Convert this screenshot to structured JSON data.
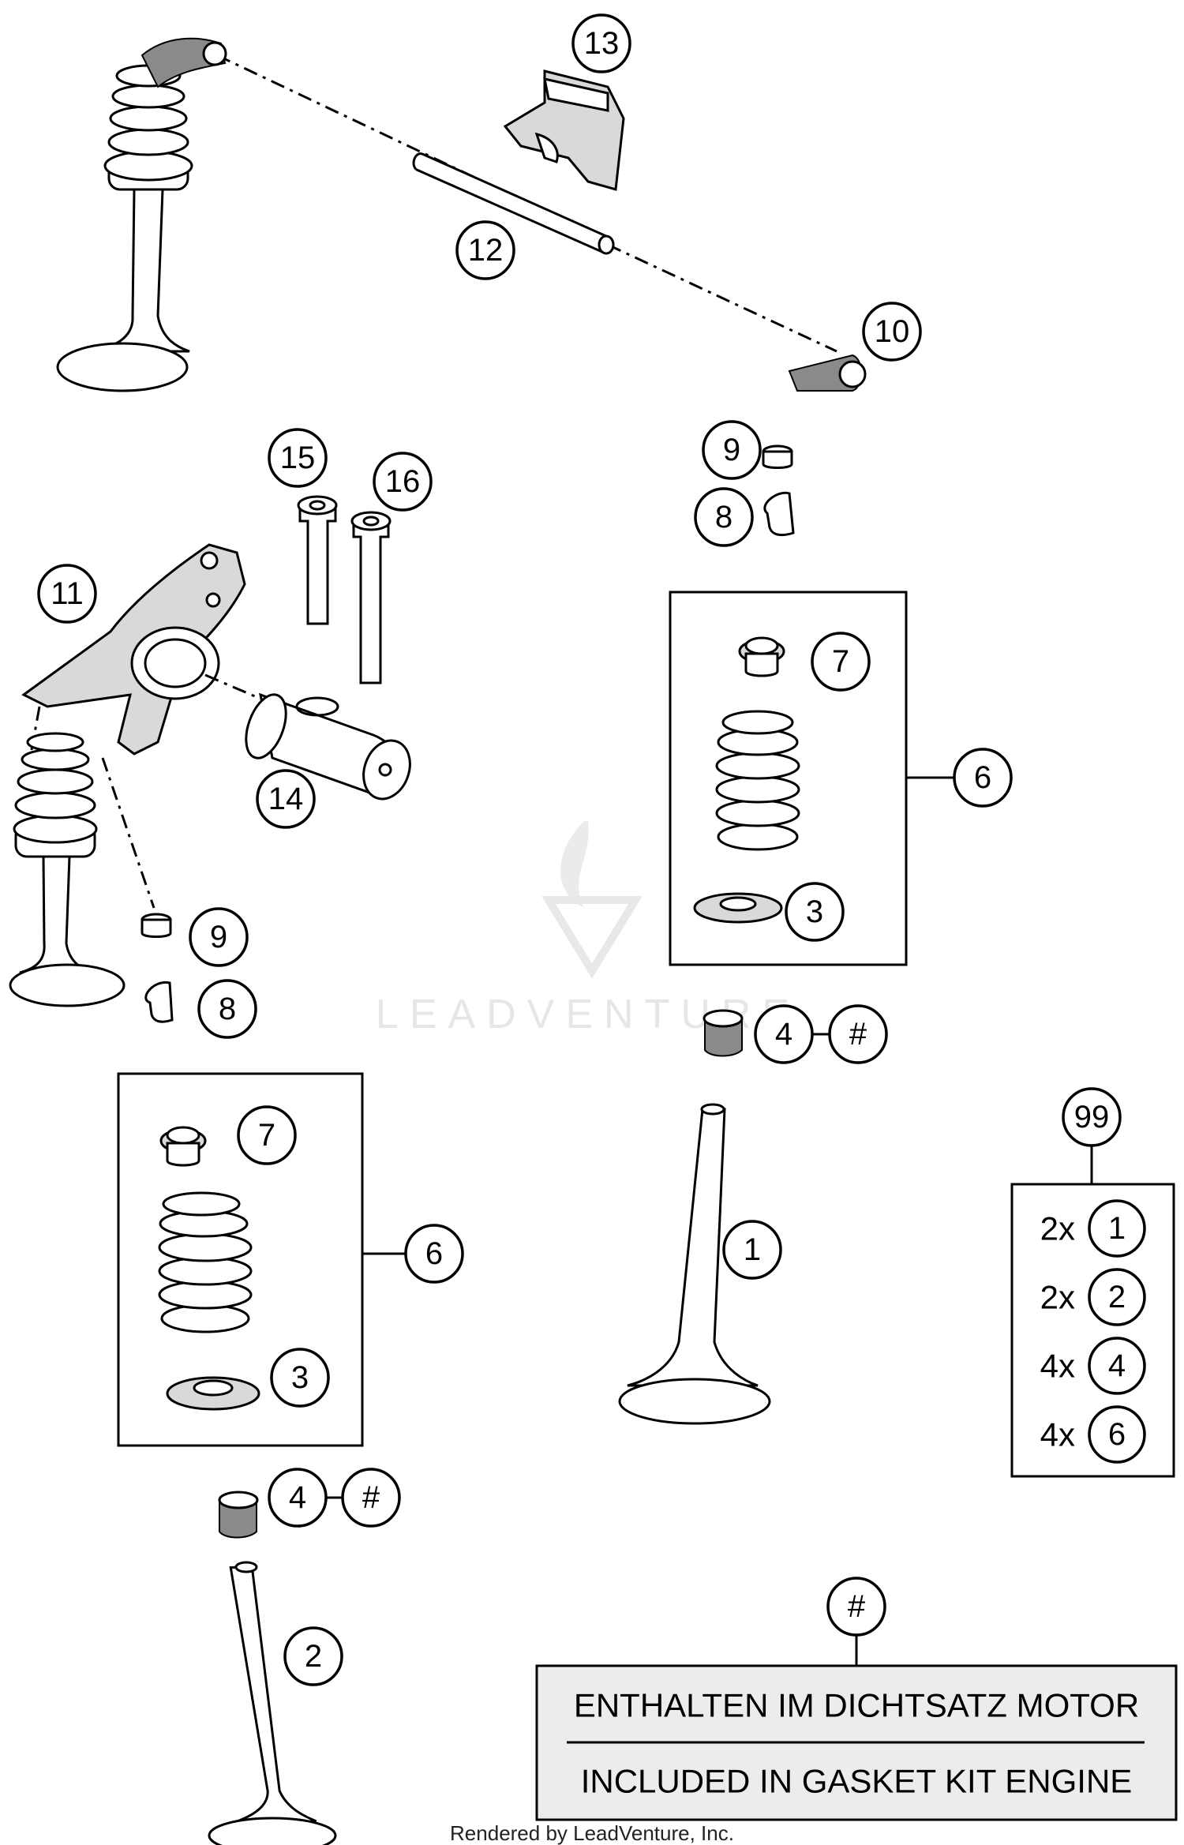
{
  "callouts": [
    {
      "label": "13"
    },
    {
      "label": "12"
    },
    {
      "label": "10"
    },
    {
      "label": "15"
    },
    {
      "label": "16"
    },
    {
      "label": "11"
    },
    {
      "label": "14"
    },
    {
      "label": "9"
    },
    {
      "label": "8"
    },
    {
      "label": "9"
    },
    {
      "label": "8"
    },
    {
      "label": "7"
    },
    {
      "label": "6"
    },
    {
      "label": "3"
    },
    {
      "label": "4"
    },
    {
      "label": "#"
    },
    {
      "label": "1"
    },
    {
      "label": "7"
    },
    {
      "label": "6"
    },
    {
      "label": "3"
    },
    {
      "label": "4"
    },
    {
      "label": "#"
    },
    {
      "label": "2"
    },
    {
      "label": "99"
    },
    {
      "label": "#"
    }
  ],
  "kit": {
    "items": [
      {
        "qty": "2x",
        "part": "1"
      },
      {
        "qty": "2x",
        "part": "2"
      },
      {
        "qty": "4x",
        "part": "4"
      },
      {
        "qty": "4x",
        "part": "6"
      }
    ]
  },
  "note": {
    "line_de": "ENTHALTEN IM DICHTSATZ MOTOR",
    "line_en": "INCLUDED IN GASKET KIT ENGINE"
  },
  "watermark": {
    "text": "LEADVENTURE"
  },
  "footer": {
    "text": "Rendered by LeadVenture, Inc."
  }
}
